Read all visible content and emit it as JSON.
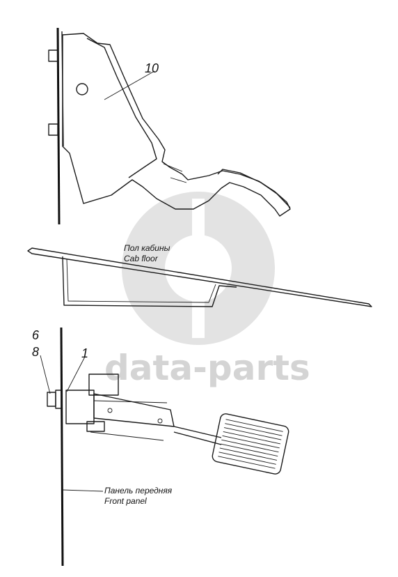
{
  "callouts": {
    "pedal_upper": "10",
    "part_6": "6",
    "part_8": "8",
    "part_1": "1"
  },
  "captions": {
    "cab_floor_ru": "Пол кабины",
    "cab_floor_en": "Cab floor",
    "front_panel_ru": "Панель передняя",
    "front_panel_en": "Front panel"
  },
  "watermark": {
    "text": "data-parts",
    "color": "#d4d4d4"
  }
}
